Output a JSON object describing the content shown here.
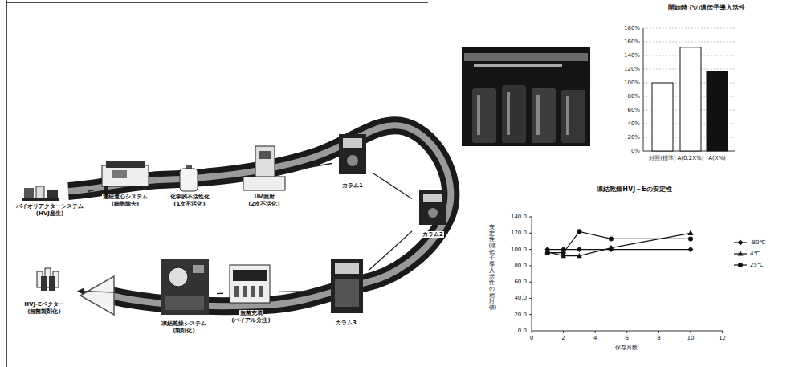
{
  "diagram": {
    "nodes": [
      {
        "text": [
          "バイオリアクターシステム",
          "(HVJ産生)"
        ]
      },
      {
        "text": [
          "連続遠心システム",
          "(細胞除去)"
        ]
      },
      {
        "text": [
          "化学的不活性化",
          "(1次不活化)"
        ]
      },
      {
        "text": [
          "UV照射",
          "(2次不活化)"
        ]
      },
      {
        "text": [
          "カラム1"
        ]
      },
      {
        "text": [
          "カラム2"
        ]
      },
      {
        "text": [
          "カラム3"
        ]
      },
      {
        "text": [
          "無菌充填",
          "(バイアル分注)"
        ]
      },
      {
        "text": [
          "凍結乾燥システム",
          "(製剤化)"
        ]
      },
      {
        "text": [
          "HVJ-Eベクター",
          "(無菌製剤化)"
        ]
      }
    ],
    "edges": [
      {
        "from": 0,
        "to": 1,
        "arrow": "none"
      },
      {
        "from": 1,
        "to": 2,
        "arrow": "none"
      },
      {
        "from": 2,
        "to": 3,
        "arrow": "none"
      },
      {
        "from": 3,
        "to": 4,
        "arrow": "none"
      },
      {
        "from": 4,
        "to": 5,
        "arrow": "none"
      },
      {
        "from": 5,
        "to": 6,
        "arrow": "none"
      },
      {
        "from": 6,
        "to": 7,
        "arrow": "none"
      },
      {
        "from": 7,
        "to": 8,
        "arrow": "none"
      },
      {
        "from": 8,
        "to": 9,
        "arrow": "to"
      }
    ],
    "labels": [
      "開始時での遺伝子導入活性",
      "180%",
      "160%",
      "140%",
      "120%",
      "100%",
      "80%",
      "60%",
      "40%",
      "20%",
      "0%",
      "対照(標準)",
      "A(0.2X%)",
      "A(X%)",
      "凍結乾燥HVJ－Eの安定性",
      "安定性(遺伝子導入活性の相対値)",
      "140.0",
      "120.0",
      "100.0",
      "80.0",
      "60.0",
      "40.0",
      "20.0",
      "0.0",
      "0",
      "2",
      "4",
      "6",
      "8",
      "10",
      "12",
      "保存月数"
    ],
    "legend": [
      {
        "text": "-80℃"
      },
      {
        "text": "4℃"
      },
      {
        "text": "25℃"
      }
    ]
  }
}
